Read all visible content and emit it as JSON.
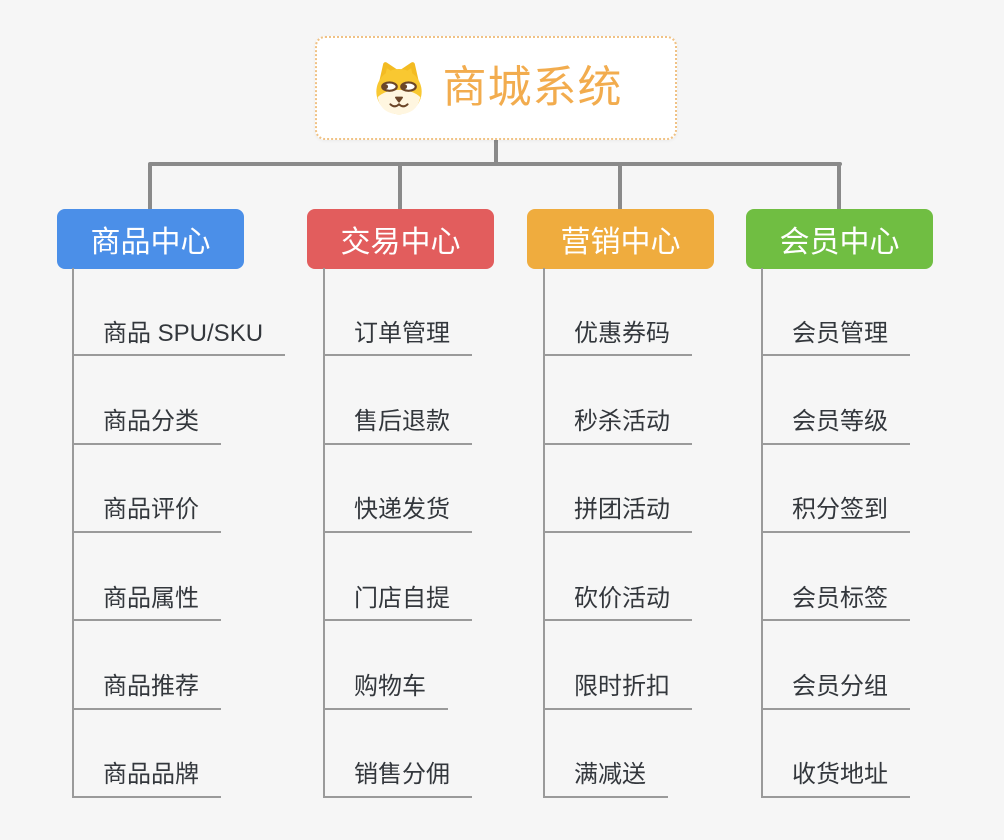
{
  "root": {
    "label": "商城系统",
    "icon": "dog-face-icon"
  },
  "branches": [
    {
      "label": "商品中心",
      "color": "#4B8FE8",
      "items": [
        "商品 SPU/SKU",
        "商品分类",
        "商品评价",
        "商品属性",
        "商品推荐",
        "商品品牌"
      ]
    },
    {
      "label": "交易中心",
      "color": "#E25D5D",
      "items": [
        "订单管理",
        "售后退款",
        "快递发货",
        "门店自提",
        "购物车",
        "销售分佣"
      ]
    },
    {
      "label": "营销中心",
      "color": "#EFAC3E",
      "items": [
        "优惠券码",
        "秒杀活动",
        "拼团活动",
        "砍价活动",
        "限时折扣",
        "满减送"
      ]
    },
    {
      "label": "会员中心",
      "color": "#70BE42",
      "items": [
        "会员管理",
        "会员等级",
        "积分签到",
        "会员标签",
        "会员分组",
        "收货地址"
      ]
    }
  ],
  "colors": {
    "background": "#F6F6F6",
    "connector": "#8A8A8A",
    "line": "#9A9A9A",
    "item_text": "#33373C",
    "root_text": "#F2AC4E",
    "root_border": "#F0C285",
    "dog_yellow": "#F9C831",
    "dog_muzzle": "#FFF6E0",
    "dog_features": "#6B4528"
  }
}
